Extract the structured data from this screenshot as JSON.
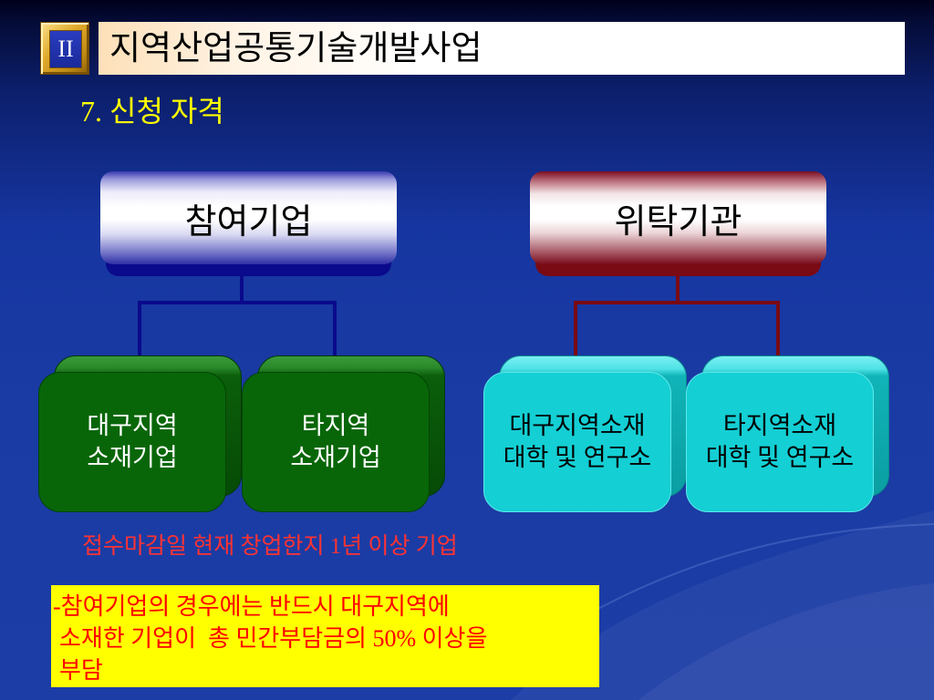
{
  "slide": {
    "section_badge": "II",
    "title": "지역산업공통기술개발사업",
    "subtitle": "7. 신청 자격"
  },
  "diagram": {
    "groups": [
      {
        "header": "참여기업",
        "children": [
          {
            "lines": [
              "대구지역",
              "소재기업"
            ]
          },
          {
            "lines": [
              "타지역",
              "소재기업"
            ]
          }
        ]
      },
      {
        "header": "위탁기관",
        "children": [
          {
            "lines": [
              "대구지역소재",
              "대학 및 연구소"
            ]
          },
          {
            "lines": [
              "타지역소재",
              "대학 및 연구소"
            ]
          }
        ]
      }
    ]
  },
  "note": "접수마감일 현재 창업한지 1년 이상 기업",
  "callout": {
    "lines": [
      "-참여기업의 경우에는 반드시 대구지역에",
      "소재한 기업이  총 민간부담금의 50% 이상을",
      "부담"
    ]
  },
  "colors": {
    "subtitle": "#FFFF00",
    "participant": "#0A0A8C",
    "institution": "#7A0A14",
    "company_box": "#086608",
    "institution_box": "#14CFD4",
    "note": "#FF3333",
    "callout_bg": "#FFFF00",
    "callout_text": "#FF0000"
  }
}
